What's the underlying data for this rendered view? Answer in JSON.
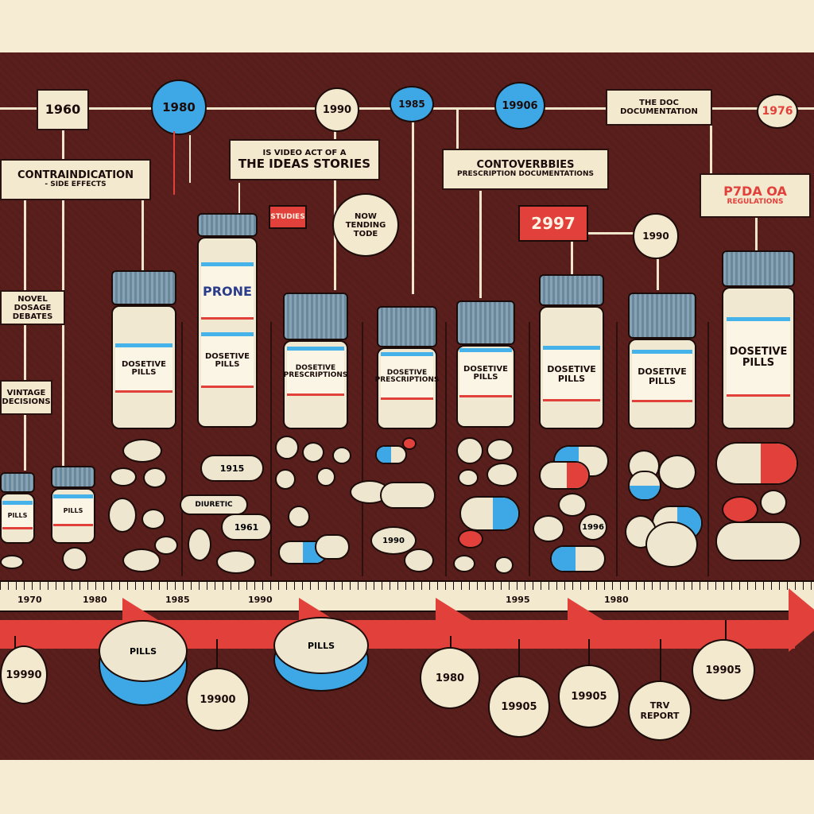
{
  "colors": {
    "background": "#5a1f1c",
    "paper": "#f3e9cf",
    "accent_red": "#e2403b",
    "accent_blue": "#3ea7e6"
  },
  "top_years": [
    "1960",
    "1980",
    "1990",
    "1985",
    "19906",
    "1976"
  ],
  "top_labels": {
    "controindication": {
      "title": "CONTRAINDICATION",
      "sub": "- SIDE EFFECTS"
    },
    "video": {
      "line1": "IS VIDEO ACT OF A",
      "line2": "THE IDEAS STORIES"
    },
    "controversies": {
      "title": "CONTOVERBBIES",
      "sub": "PRESCRIPTION DOCUMENTATIONS"
    },
    "the_doc": {
      "line1": "THE DOC",
      "line2": "DOCUMENTATION"
    },
    "fda": {
      "title": "P7DA OA",
      "sub": "REGULATIONS"
    },
    "left_box1": {
      "line1": "NOVEL DOSAGE",
      "line2": "DEBATES"
    },
    "left_box2": {
      "line1": "VINTAGE",
      "line2": "DECISIONS"
    },
    "speech": {
      "line1": "NOW",
      "line2": "TENDING",
      "line3": "TODE"
    },
    "red_small": "STUDIES",
    "red_2997": "2997",
    "side_1990": "1990"
  },
  "bottles": [
    {
      "label": "DOSETIVE PILLS"
    },
    {
      "label": "PRONE"
    },
    {
      "label": "DOSETIVE PRESCRIPTIONS"
    },
    {
      "label": "DOSETIVE PRESCRIPTIONS"
    },
    {
      "label": "DOSETIVE PILLS"
    },
    {
      "label": "DOSETIVE PILLS"
    },
    {
      "label": "DOSETIVE PILLS"
    },
    {
      "label": "DOSETIVE PILLS"
    },
    {
      "label": "PILLS"
    },
    {
      "label": "PILLS"
    }
  ],
  "pill_texts": [
    "1915",
    "DIURETIC",
    "1961",
    "1990",
    "1996"
  ],
  "ruler_labels": [
    "1970",
    "1980",
    "1985",
    "1990",
    "1995",
    "1980"
  ],
  "bottom_circles": [
    "19990",
    "19900",
    "1980",
    "19905",
    "19905",
    "TRV REPORT",
    "19905"
  ],
  "big_pills": [
    "PILLS",
    "PILLS"
  ]
}
